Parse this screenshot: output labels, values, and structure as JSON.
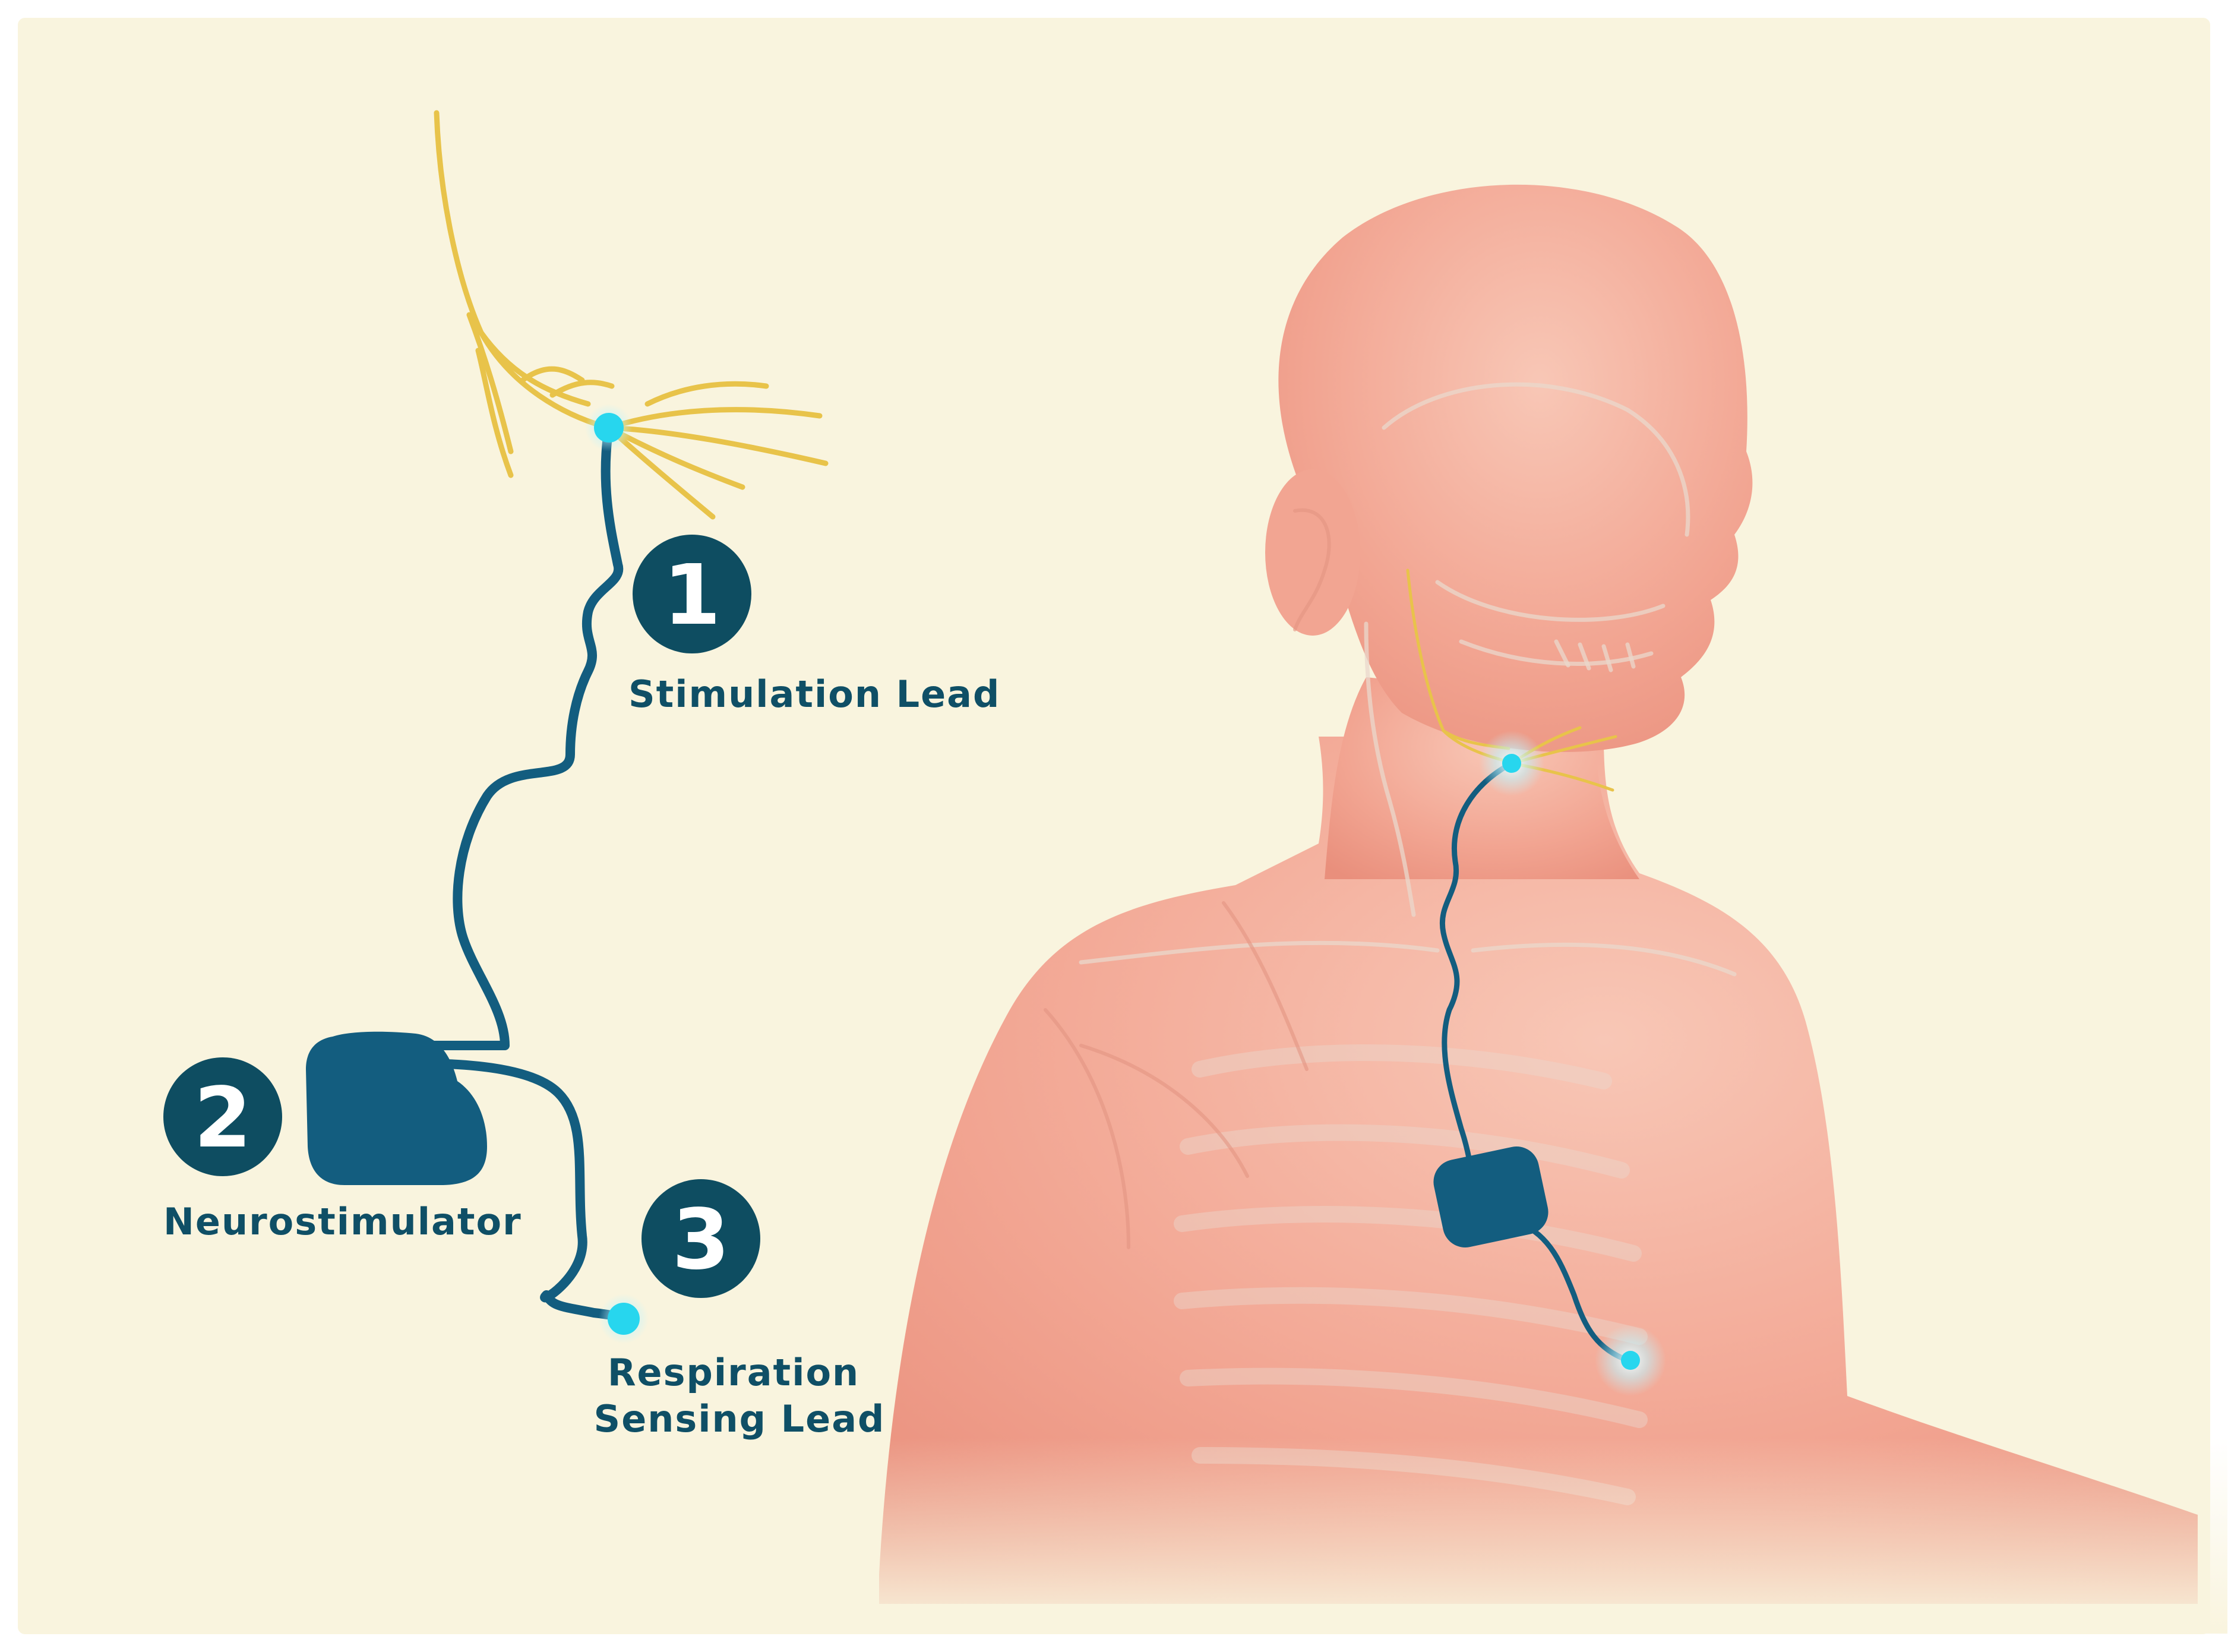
{
  "colors": {
    "background": "#f9f4de",
    "device": "#135d7f",
    "callout": "#0e4d61",
    "label": "#0f4f66",
    "electrode": "#27d6ee",
    "nerve": "#e8c34a",
    "skin": "#f2a592",
    "skin_light": "#f8c5b4",
    "bone": "#ead8cc"
  },
  "callouts": [
    {
      "number": "1",
      "label": "Stimulation Lead",
      "icon": "stimulation-lead-callout"
    },
    {
      "number": "2",
      "label": "Neurostimulator",
      "icon": "neurostimulator-callout"
    },
    {
      "number": "3",
      "label": "Respiration",
      "label_line2": "Sensing Lead",
      "icon": "sensing-lead-callout"
    }
  ]
}
